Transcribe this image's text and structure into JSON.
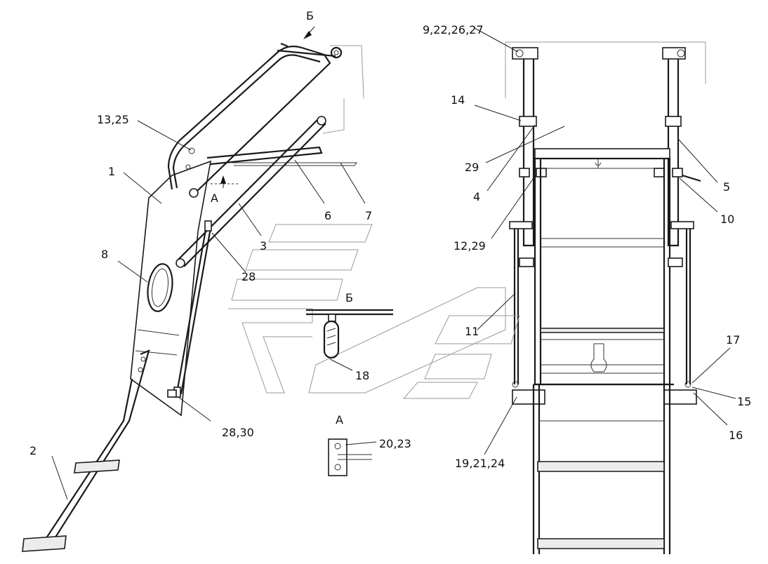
{
  "view_labels": {
    "view_b_arrow": "Б",
    "section_a_arrow": "A",
    "view_b_title": "Б",
    "section_a_title": "A"
  },
  "callouts": {
    "c1": "1",
    "c2": "2",
    "c3": "3",
    "c4": "4",
    "c5": "5",
    "c6": "6",
    "c7": "7",
    "c8": "8",
    "c10": "10",
    "c11": "11",
    "c14": "14",
    "c15": "15",
    "c16": "16",
    "c17": "17",
    "c18": "18",
    "c28": "28",
    "c29": "29",
    "c9_22_26_27": "9,22,26,27",
    "c13_25": "13,25",
    "c12_29": "12,29",
    "c20_23": "20,23",
    "c28_30": "28,30",
    "c19_21_24": "19,21,24"
  }
}
